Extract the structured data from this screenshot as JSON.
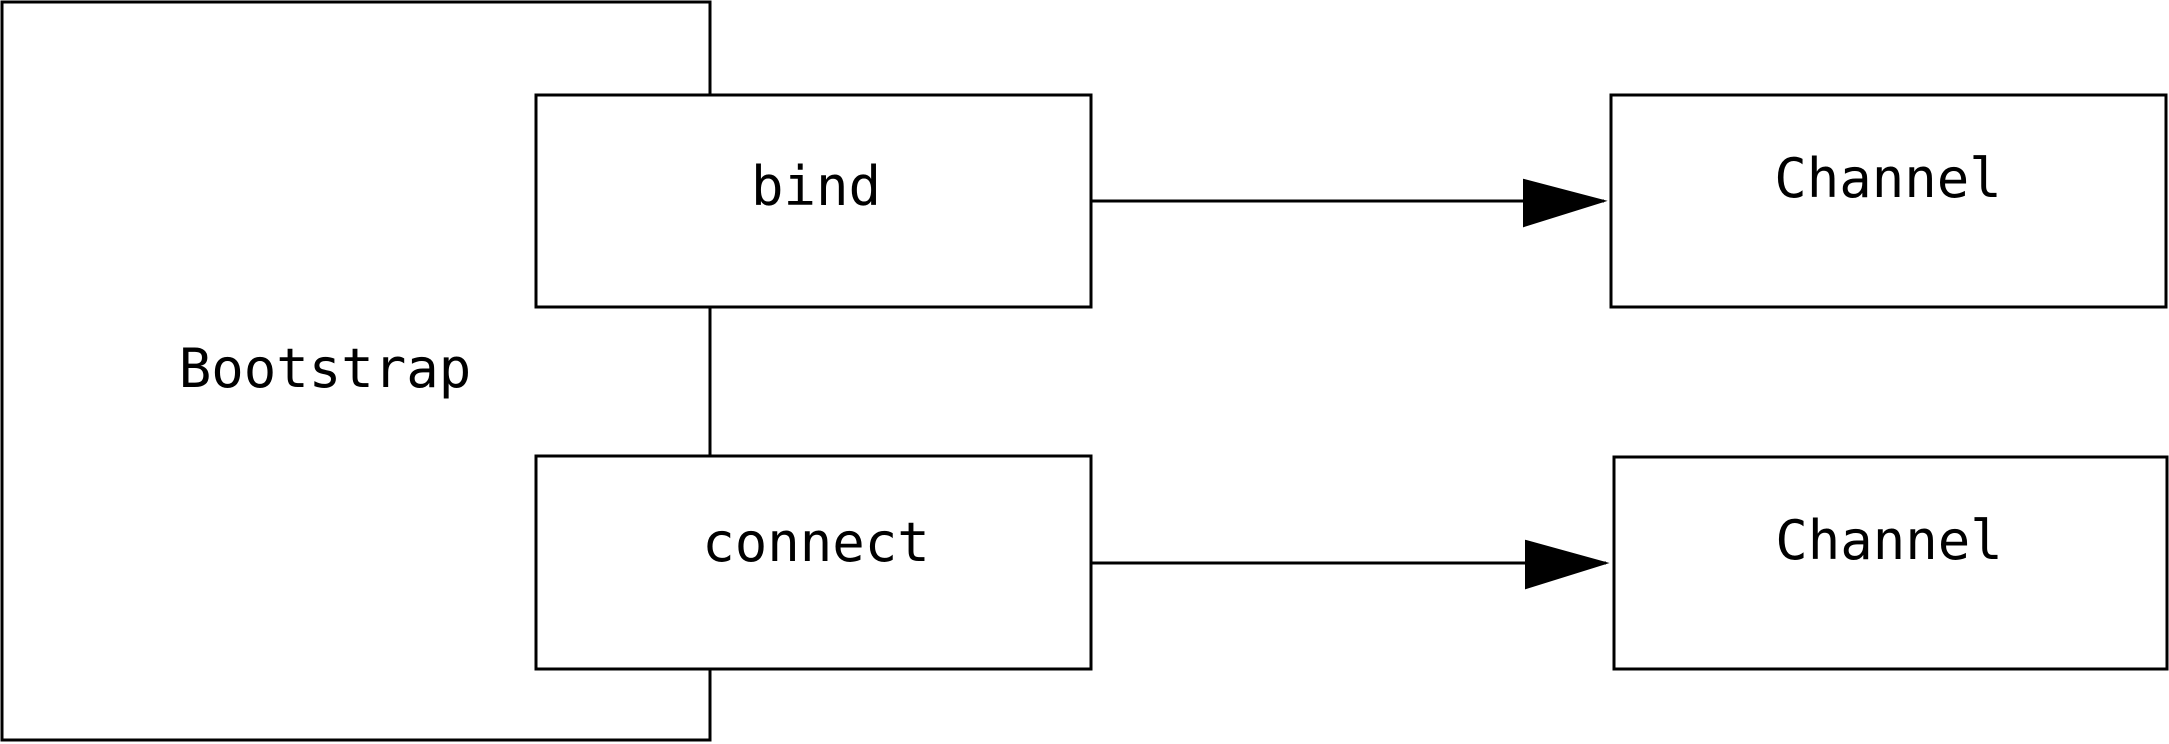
{
  "diagram": {
    "nodes": {
      "bootstrap": {
        "label": "Bootstrap"
      },
      "bind": {
        "label": "bind"
      },
      "connect": {
        "label": "connect"
      },
      "channel_top": {
        "label": "Channel"
      },
      "channel_bottom": {
        "label": "Channel"
      }
    },
    "edges": [
      {
        "from": "bind",
        "to": "channel_top",
        "directed": true
      },
      {
        "from": "connect",
        "to": "channel_bottom",
        "directed": true
      }
    ]
  }
}
